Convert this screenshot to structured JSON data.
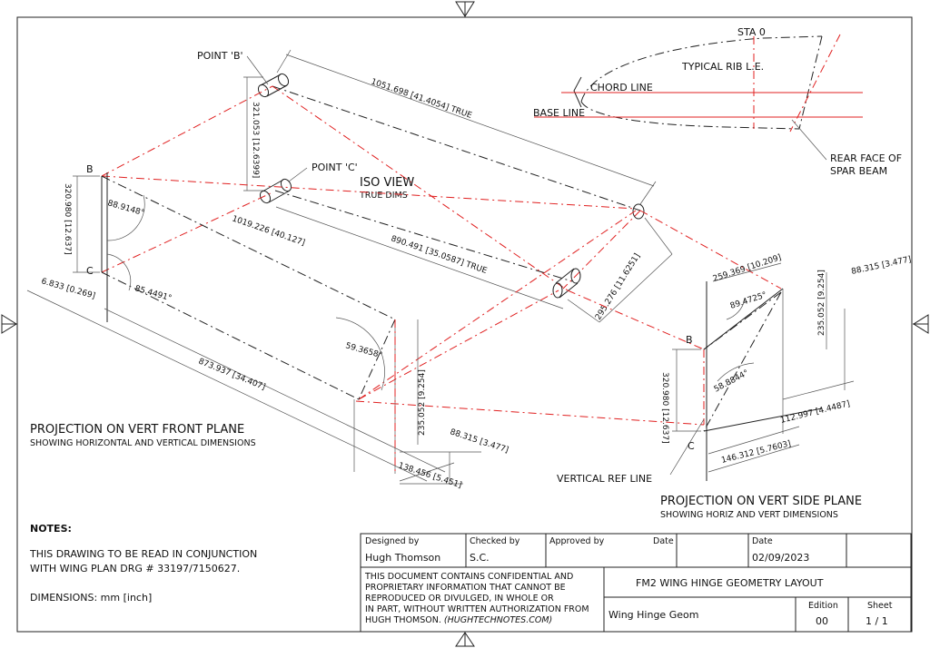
{
  "labels": {
    "point_b": "POINT 'B'",
    "point_c": "POINT 'C'",
    "iso_view": "ISO VIEW",
    "true_dims": "TRUE DIMS",
    "sta0": "STA 0",
    "typical_rib": "TYPICAL RIB L.E.",
    "chord_line": "CHORD LINE",
    "base_line": "BASE LINE",
    "rear_face_1": "REAR FACE OF",
    "rear_face_2": "SPAR BEAM",
    "vertical_ref": "VERTICAL REF LINE",
    "front_b": "B",
    "front_c": "C",
    "side_b": "B",
    "side_c": "C"
  },
  "dimensions": {
    "d1051": "1051.698 [41.4054] TRUE",
    "d890": "890.491 [35.0587] TRUE",
    "d321": "321.053 [12.6399]",
    "d1019": "1019.226 [40.127]",
    "d295": "295.276 [11.6251]",
    "d320_front": "320.980 [12.637]",
    "d6833": "6.833 [0.269]",
    "a88_9": "88.9148°",
    "a85_4": "85.4491°",
    "a59_3": "59.3658°",
    "d873": "873.937 [34.407]",
    "d235_front": "235.052 [9.254]",
    "d88_front": "88.315 [3.477]",
    "d138": "138.456 [5.451]",
    "d259": "259.369 [10.209]",
    "a89_4": "89.4725°",
    "d235_side": "235.052 [9.254]",
    "d88_side": "88.315 [3.477]",
    "a58_8": "58.8844°",
    "d320_side": "320.980 [12.637]",
    "d112": "112.997 [4.4487]",
    "d146": "146.312 [5.7603]"
  },
  "projections": {
    "front_title": "PROJECTION ON VERT FRONT PLANE",
    "front_sub": "SHOWING HORIZONTAL AND VERTICAL DIMENSIONS",
    "side_title": "PROJECTION ON VERT SIDE PLANE",
    "side_sub": "SHOWING HORIZ AND VERT DIMENSIONS"
  },
  "notes": {
    "heading": "NOTES:",
    "line1": "THIS DRAWING TO BE READ IN CONJUNCTION",
    "line2": "WITH WING PLAN DRG # 33197/7150627.",
    "line3": "DIMENSIONS:  mm [inch]"
  },
  "title_block": {
    "designed_by_label": "Designed by",
    "designed_by": "Hugh Thomson",
    "checked_by_label": "Checked by",
    "checked_by": "S.C.",
    "approved_by_label": "Approved by",
    "date_label_1": "Date",
    "date_label_2": "Date",
    "date": "02/09/2023",
    "confidential_1": "THIS DOCUMENT CONTAINS CONFIDENTIAL AND",
    "confidential_2": "PROPRIETARY INFORMATION THAT CANNOT BE",
    "confidential_3": "REPRODUCED OR DIVULGED, IN WHOLE OR",
    "confidential_4": "IN PART, WITHOUT WRITTEN AUTHORIZATION FROM",
    "confidential_5a": "HUGH THOMSON. ",
    "confidential_5b": "(HUGHTECHNOTES.COM)",
    "drawing_title": "FM2 WING HINGE GEOMETRY LAYOUT",
    "file_name": "Wing Hinge Geom",
    "edition_label": "Edition",
    "edition": "00",
    "sheet_label": "Sheet",
    "sheet": "1 / 1"
  }
}
